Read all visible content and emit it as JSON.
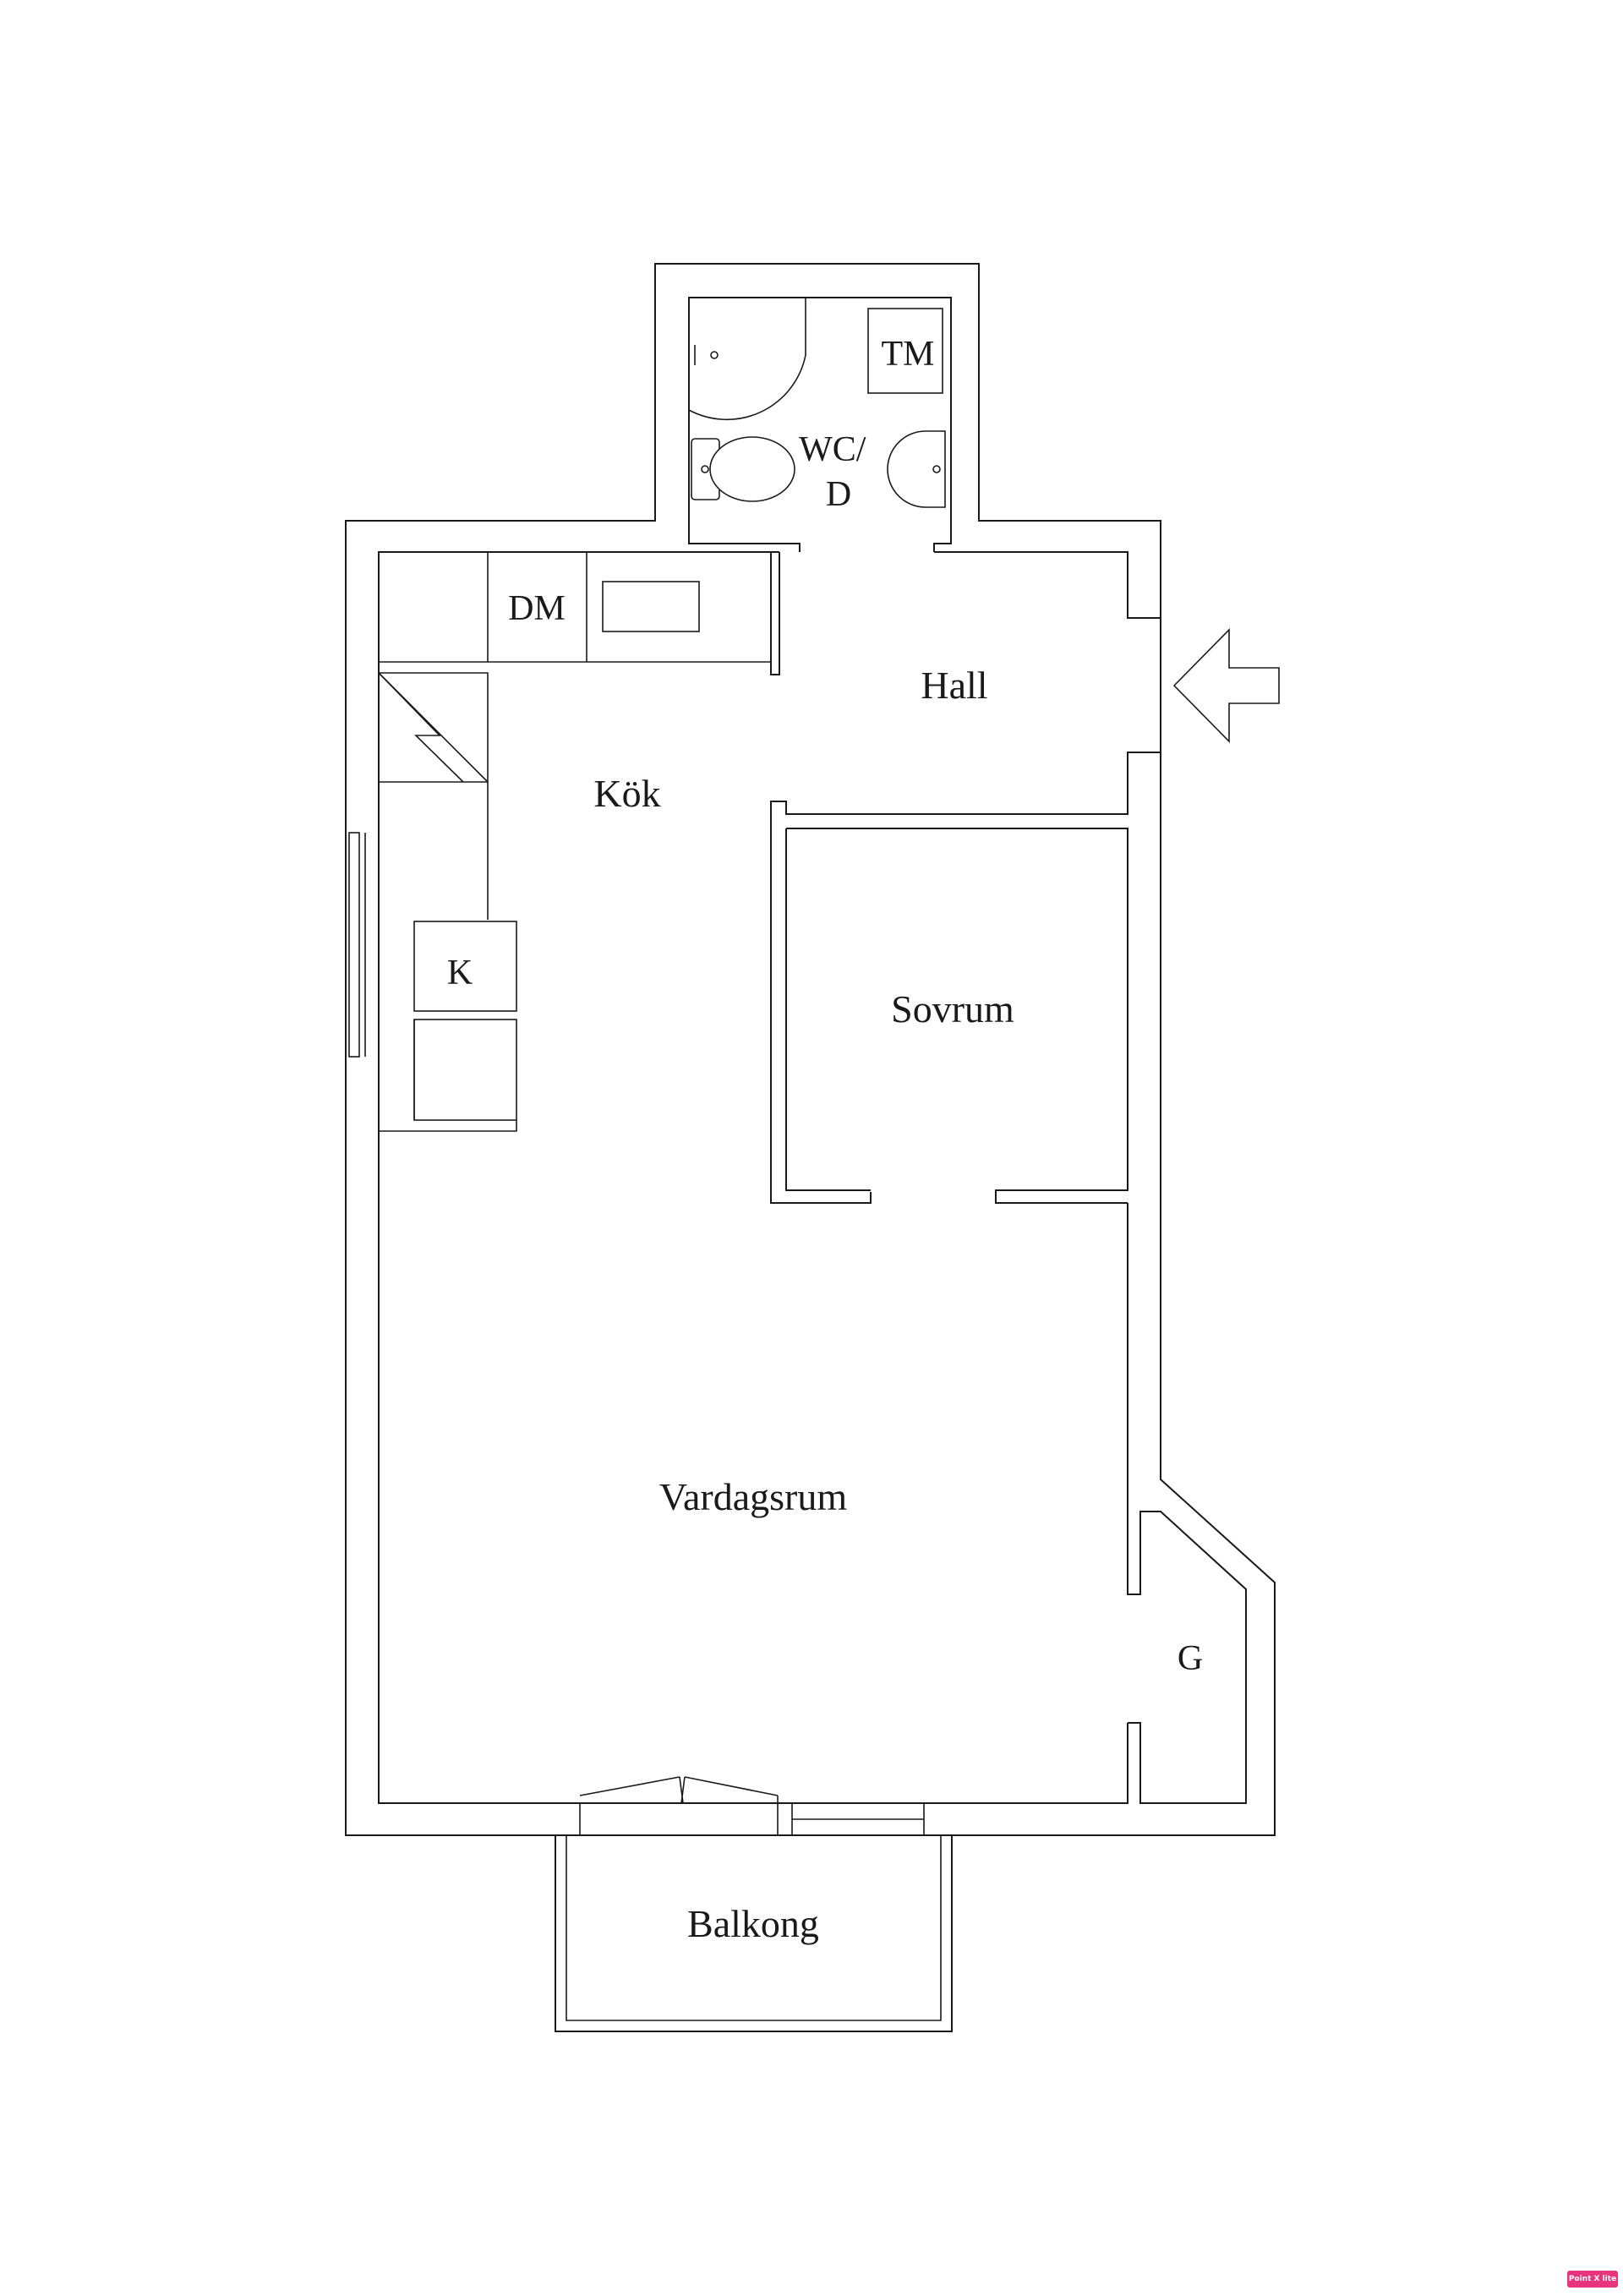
{
  "rooms": {
    "wc": [
      "WC/",
      "D"
    ],
    "tm": "TM",
    "dm": "DM",
    "kok": "Kök",
    "hall": "Hall",
    "k": "K",
    "sovrum": "Sovrum",
    "vardagsrum": "Vardagsrum",
    "g": "G",
    "balkong": "Balkong"
  },
  "badge": "Point X lite",
  "colors": {
    "line": "#1a1a1a",
    "background": "#ffffff",
    "badge": "#e8347c"
  },
  "icons": [
    "entrance-arrow-icon",
    "toilet-icon",
    "sink-icon",
    "shower-icon",
    "chimney-icon"
  ]
}
